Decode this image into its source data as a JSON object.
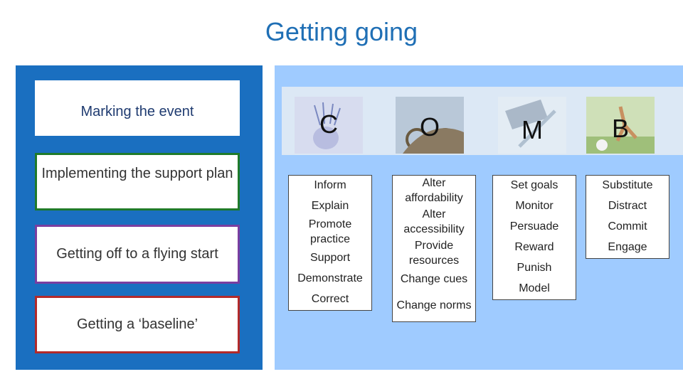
{
  "title": "Getting going",
  "stages": [
    "Marking the event",
    "Implementing the support plan",
    "Getting off to a flying start",
    "Getting a ‘baseline’"
  ],
  "headers": [
    "C",
    "O",
    "M",
    "B"
  ],
  "columns": {
    "c": [
      "Inform",
      "Explain",
      "Promote practice",
      "Support",
      "Demonstrate",
      "Correct"
    ],
    "o": [
      "Alter affordability",
      "Alter accessibility",
      "Provide resources",
      "Change cues",
      "Change norms"
    ],
    "m": [
      "Set goals",
      "Monitor",
      "Persuade",
      "Reward",
      "Punish",
      "Model"
    ],
    "b": [
      "Substitute",
      "Distract",
      "Commit",
      "Engage"
    ]
  },
  "colors": {
    "title": "#1f6fb5",
    "left_panel": "#1a6fc0",
    "right_panel": "#9fcbff",
    "stage_green": "#1f7a2a",
    "stage_purple": "#7a3ea0",
    "stage_red": "#b22a2a"
  },
  "icons": [
    "bulb-head-icon",
    "cyclist-icon",
    "target-arrow-icon",
    "football-player-icon"
  ]
}
